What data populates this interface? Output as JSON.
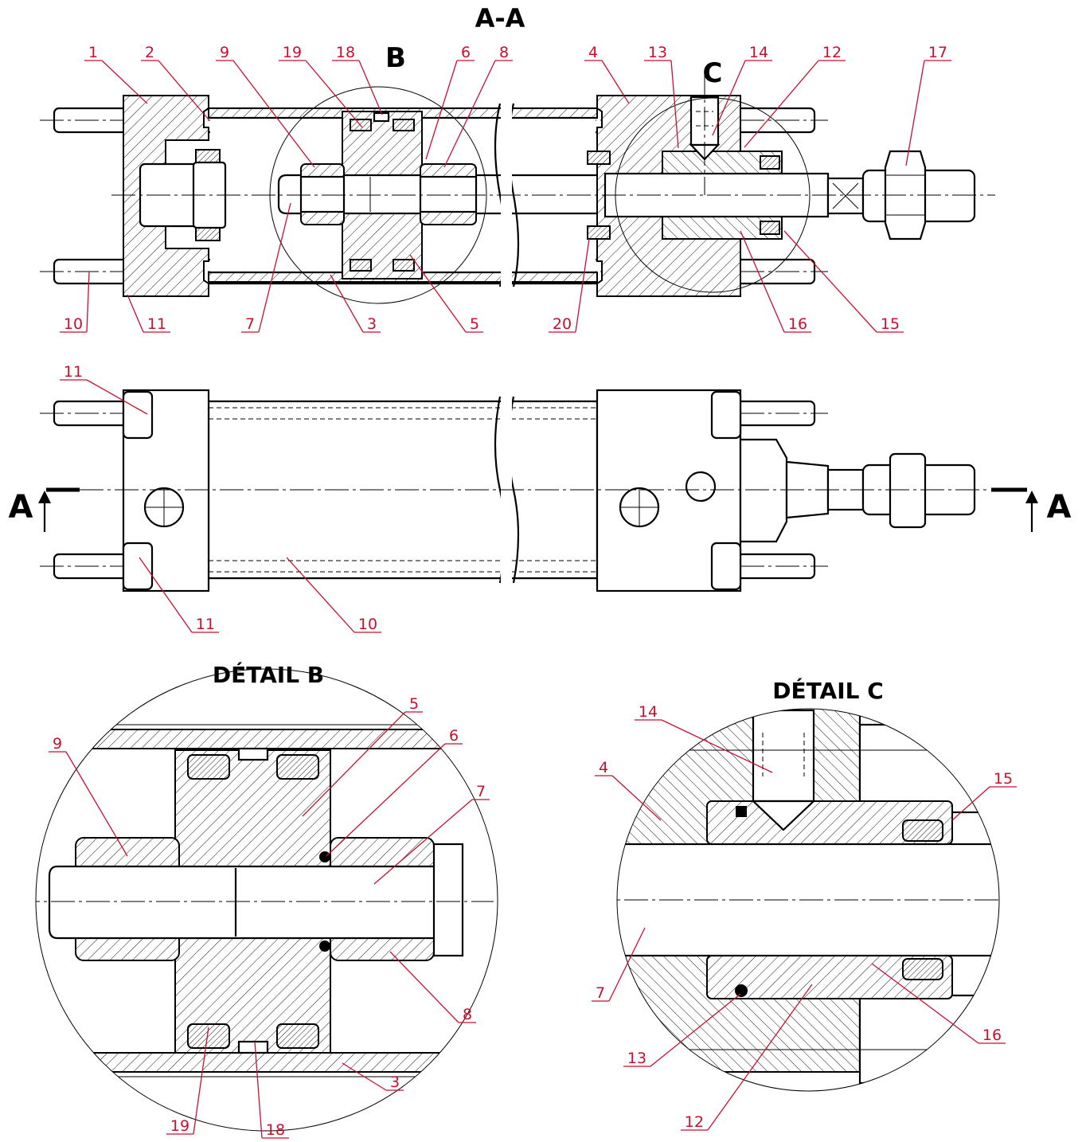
{
  "views": {
    "section_title": "A-A",
    "detail_b_letter": "B",
    "detail_c_letter": "C",
    "cut_left": "A",
    "cut_right": "A",
    "detail_b_title": "DÉTAIL B",
    "detail_c_title": "DÉTAIL C"
  },
  "callouts": {
    "section": [
      "1",
      "2",
      "9",
      "19",
      "18",
      "6",
      "8",
      "4",
      "13",
      "14",
      "12",
      "17",
      "10",
      "11",
      "7",
      "3",
      "5",
      "20",
      "16",
      "15"
    ],
    "elevation": [
      "11",
      "11",
      "10"
    ],
    "detail_b": [
      "9",
      "5",
      "6",
      "7",
      "8",
      "3",
      "18",
      "19"
    ],
    "detail_c": [
      "14",
      "4",
      "15",
      "7",
      "13",
      "12",
      "16"
    ]
  },
  "colors": {
    "callout": "#c8102e",
    "line": "#000000",
    "background": "#ffffff"
  }
}
